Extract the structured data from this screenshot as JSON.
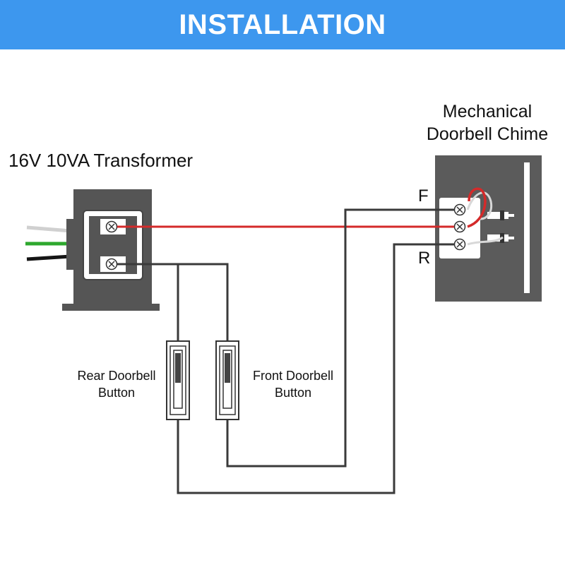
{
  "banner": {
    "title": "INSTALLATION",
    "color": "#3d97ee"
  },
  "transformer": {
    "label": "16V 10VA Transformer"
  },
  "chime": {
    "label_line1": "Mechanical",
    "label_line2": "Doorbell Chime",
    "terminal_f": "F",
    "terminal_r": "R"
  },
  "buttons": {
    "rear": {
      "line1": "Rear Doorbell",
      "line2": "Button"
    },
    "front": {
      "line1": "Front Doorbell",
      "line2": "Button"
    }
  },
  "wire_colors": {
    "hot": "#d42a2a",
    "common": "#3a3a3a"
  }
}
